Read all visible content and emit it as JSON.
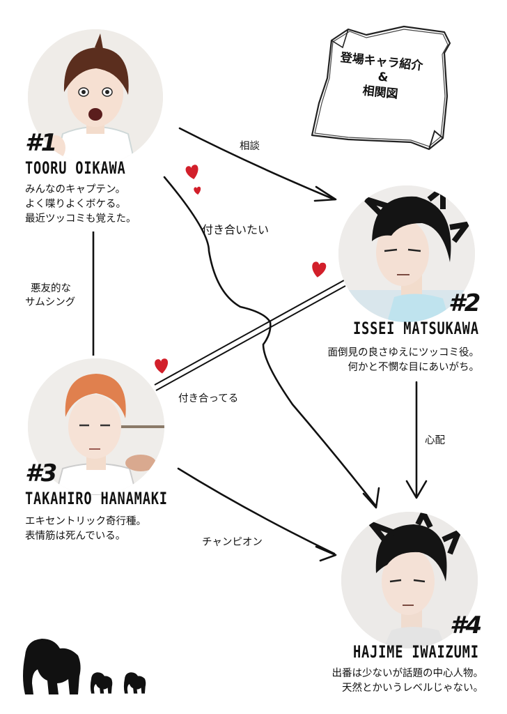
{
  "title": {
    "line1": "登場キャラ紹介",
    "line2": "&",
    "line3": "相関図"
  },
  "characters": [
    {
      "number": "#1",
      "name": "TOORU OIKAWA",
      "desc": [
        "みんなのキャプテン。",
        "よく喋りよくボケる。",
        "最近ツッコミも覚えた。"
      ],
      "hair_color": "#5b2e1e"
    },
    {
      "number": "#2",
      "name": "ISSEI MATSUKAWA",
      "desc": [
        "面倒見の良さゆえにツッコミ役。",
        "何かと不憫な目にあいがち。"
      ],
      "hair_color": "#141414"
    },
    {
      "number": "#3",
      "name": "TAKAHIRO HANAMAKI",
      "desc": [
        "エキセントリック奇行種。",
        "表情筋は死んでいる。"
      ],
      "hair_color": "#e0804e"
    },
    {
      "number": "#4",
      "name": "HAJIME IWAIZUMI",
      "desc": [
        "出番は少ないが話題の中心人物。",
        "天然とかいうレベルじゃない。"
      ],
      "hair_color": "#141414"
    }
  ],
  "relations": {
    "r1": "相談",
    "r2": "付き合いたい",
    "r3_line1": "悪友的な",
    "r3_line2": "サムシング",
    "r4": "付き合ってる",
    "r5": "心配",
    "r6": "チャンピオン"
  },
  "colors": {
    "heart": "#d21f2a",
    "ink": "#111111"
  }
}
